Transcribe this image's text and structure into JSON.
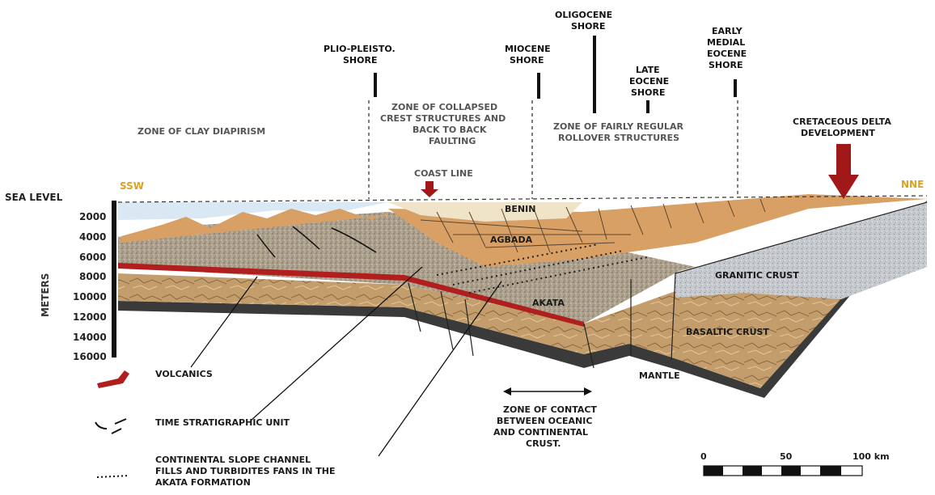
{
  "colors": {
    "sea": "#d9e8f3",
    "benin": "#efe3c8",
    "agbada": "#d9a066",
    "akata": "#a89a86",
    "volcanics": "#b01e1e",
    "oceanic_crust": "#c9a272",
    "granitic": "#c9cbcf",
    "mantle": "#3a3a3a",
    "arrow_red": "#a01818",
    "direction": "#e0a020"
  },
  "directions": {
    "left": "SSW",
    "right": "NNE"
  },
  "depth_axis": {
    "sea_level": "SEA LEVEL",
    "unit": "METERS",
    "ticks": [
      "2000",
      "4000",
      "6000",
      "8000",
      "10000",
      "12000",
      "14000",
      "16000"
    ]
  },
  "shores": [
    {
      "line1": "PLIO-PLEISTO.",
      "line2": "SHORE"
    },
    {
      "line1": "MIOCENE",
      "line2": "SHORE"
    },
    {
      "line1": "OLIGOCENE",
      "line2": "SHORE"
    },
    {
      "line1": "LATE",
      "line2": "EOCENE",
      "line3": "SHORE"
    },
    {
      "line1": "EARLY",
      "line2": "MEDIAL",
      "line3": "EOCENE",
      "line4": "SHORE"
    }
  ],
  "zones": {
    "clay": "ZONE OF CLAY DIAPIRISM",
    "collapsed": [
      "ZONE OF COLLAPSED",
      "CREST STRUCTURES AND",
      "BACK TO BACK",
      "FAULTING"
    ],
    "rollover": [
      "ZONE OF FAIRLY REGULAR",
      "ROLLOVER STRUCTURES"
    ],
    "contact": [
      "ZONE OF CONTACT",
      "BETWEEN OCEANIC",
      "AND CONTINENTAL",
      "CRUST."
    ]
  },
  "delta": [
    "CRETACEOUS DELTA",
    "DEVELOPMENT"
  ],
  "coast_line": "COAST LINE",
  "formations": {
    "benin": "BENIN",
    "agbada": "AGBADA",
    "akata": "AKATA",
    "granitic": "GRANITIC CRUST",
    "basaltic": "BASALTIC CRUST",
    "mantle": "MANTLE"
  },
  "legend": {
    "volcanics": "VOLCANICS",
    "time_unit": "TIME STRATIGRAPHIC UNIT",
    "channel": [
      "CONTINENTAL SLOPE CHANNEL",
      "FILLS AND TURBIDITES FANS IN THE",
      "AKATA FORMATION"
    ]
  },
  "scale": {
    "zero": "0",
    "mid": "50",
    "end": "100 km"
  }
}
